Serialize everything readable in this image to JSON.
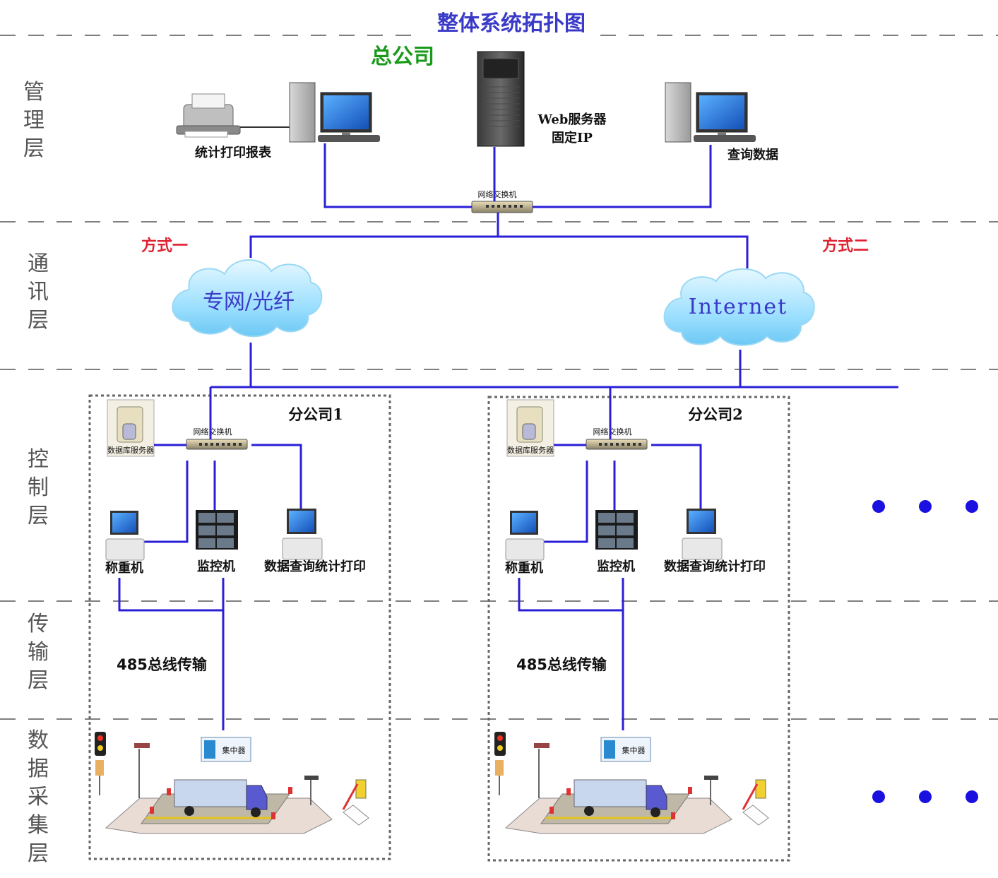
{
  "title": "整体系统拓扑图",
  "layers": {
    "management": "管理层",
    "communication": "通讯层",
    "control": "控制层",
    "transmission": "传输层",
    "acquisition": "数据采集层"
  },
  "headquarters": {
    "name": "总公司",
    "printer_label": "统计打印报表",
    "server_label_line1": "Web服务器",
    "server_label_line2": "固定IP",
    "query_label": "查询数据",
    "switch_label": "网络交换机"
  },
  "communication": {
    "mode1": "方式一",
    "mode2": "方式二",
    "cloud1": "专网/光纤",
    "cloud2": "Internet"
  },
  "branches": [
    {
      "name": "分公司1",
      "db_server": "数据库服务器",
      "switch_label": "网络交换机",
      "weigh": "称重机",
      "monitor": "监控机",
      "query_print": "数据查询统计打印",
      "bus": "485总线传输",
      "concentrator": "集中器"
    },
    {
      "name": "分公司2",
      "db_server": "数据库服务器",
      "switch_label": "网络交换机",
      "weigh": "称重机",
      "monitor": "监控机",
      "query_print": "数据查询统计打印",
      "bus": "485总线传输",
      "concentrator": "集中器"
    }
  ],
  "colors": {
    "wire": "#2b1fd6",
    "title": "#3a3ac8",
    "hq": "#1a9a1a",
    "mode": "#e02030",
    "ellipsis_dot": "#1a10e0"
  }
}
